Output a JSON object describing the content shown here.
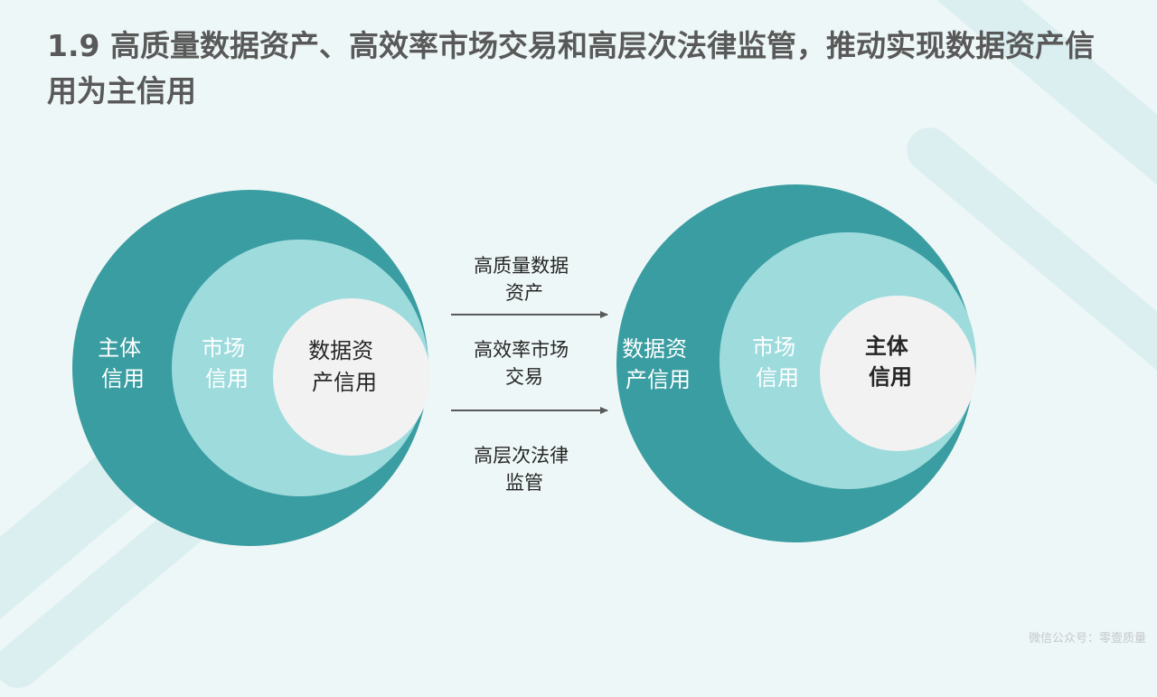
{
  "title": "1.9 高质量数据资产、高效率市场交易和高层次法律监管，推动实现数据资产信用为主信用",
  "colors": {
    "outer": "#3a9da1",
    "middle": "#9edbdd",
    "inner": "#f2f2f2",
    "arrow": "#595959"
  },
  "left_diagram": {
    "outer_label": [
      "主体",
      "信用"
    ],
    "middle_label": [
      "市场",
      "信用"
    ],
    "inner_label": [
      "数据资",
      "产信用"
    ]
  },
  "right_diagram": {
    "outer_label": [
      "数据资",
      "产信用"
    ],
    "middle_label": [
      "市场",
      "信用"
    ],
    "inner_label": [
      "主体",
      "信用"
    ]
  },
  "arrow_labels": [
    [
      "高质量数据",
      "资产"
    ],
    [
      "高效率市场",
      "交易"
    ],
    [
      "高层次法律",
      "监管"
    ]
  ],
  "watermark": "微信公众号：零壹质量"
}
